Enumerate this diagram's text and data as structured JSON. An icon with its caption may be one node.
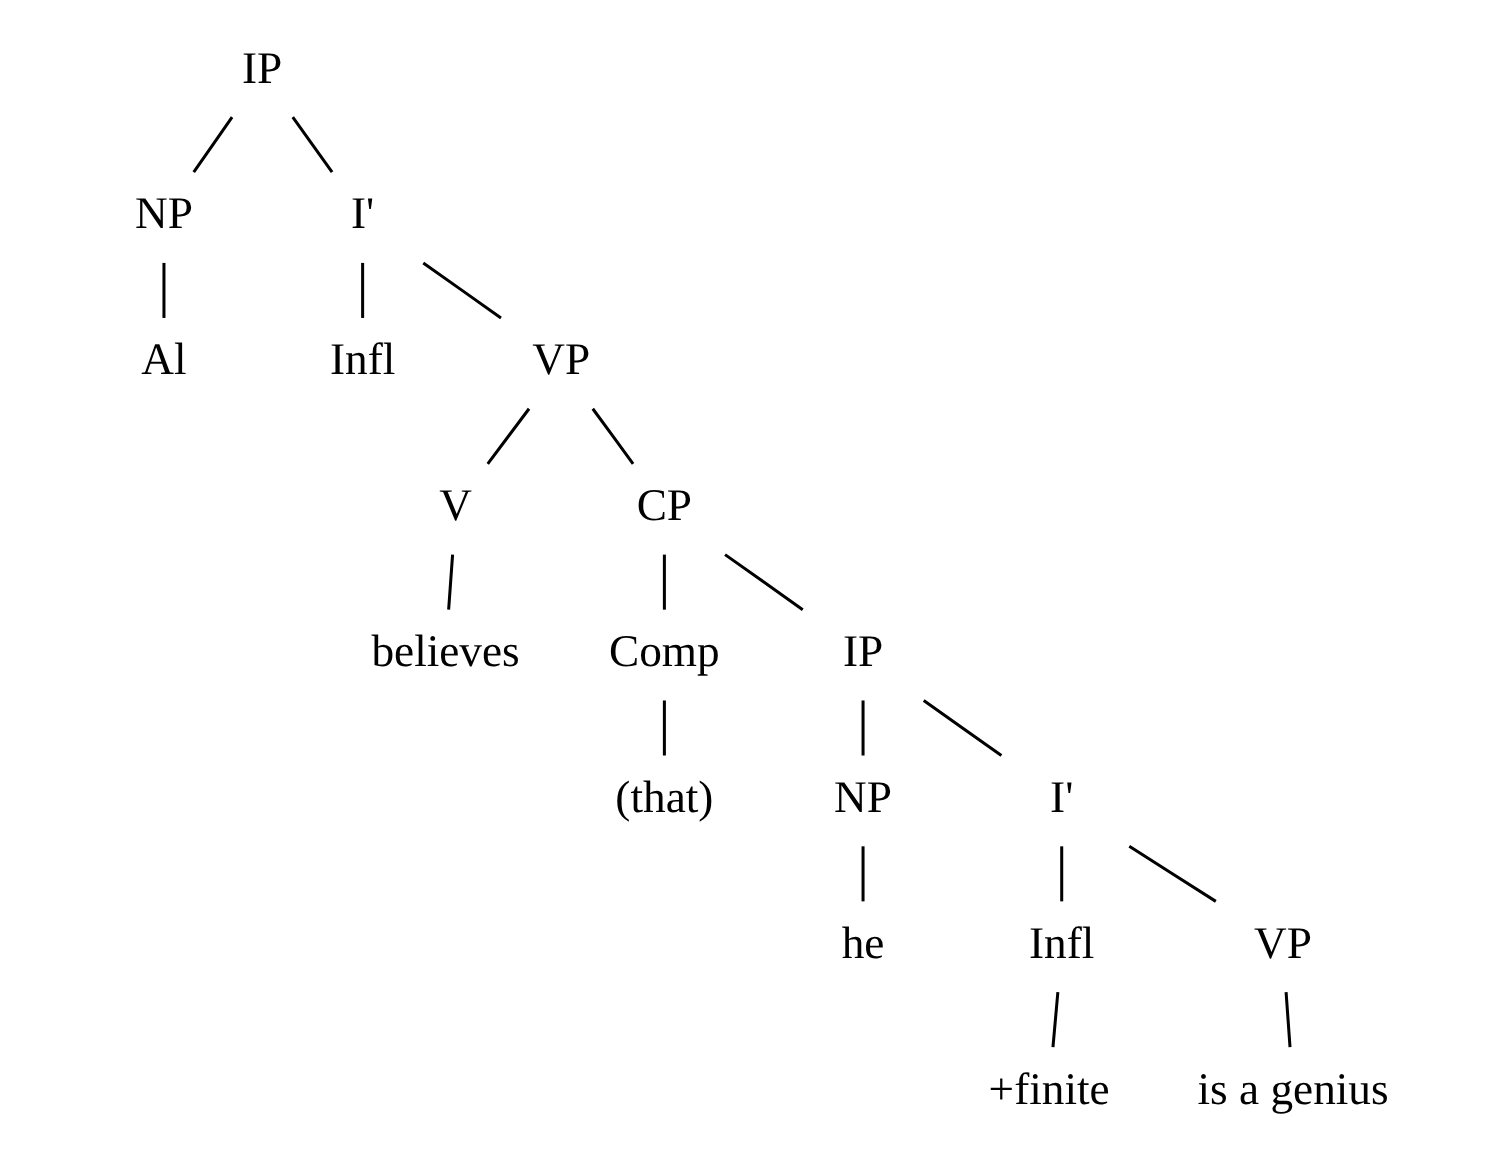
{
  "diagram": {
    "nodes": [
      {
        "text": [
          "IP"
        ]
      },
      {
        "text": [
          "NP"
        ]
      },
      {
        "text": [
          "I'"
        ]
      },
      {
        "text": [
          "Al"
        ]
      },
      {
        "text": [
          "Infl"
        ]
      },
      {
        "text": [
          "VP"
        ]
      },
      {
        "text": [
          "V"
        ]
      },
      {
        "text": [
          "CP"
        ]
      },
      {
        "text": [
          "believes"
        ]
      },
      {
        "text": [
          "Comp"
        ]
      },
      {
        "text": [
          "IP"
        ]
      },
      {
        "text": [
          "(that)"
        ]
      },
      {
        "text": [
          "NP"
        ]
      },
      {
        "text": [
          "I'"
        ]
      },
      {
        "text": [
          "he"
        ]
      },
      {
        "text": [
          "Infl"
        ]
      },
      {
        "text": [
          "VP"
        ]
      },
      {
        "text": [
          "+finite"
        ]
      },
      {
        "text": [
          "is a genius"
        ]
      }
    ],
    "edges": [
      {
        "from": 0,
        "to": 1,
        "arrow": "none"
      },
      {
        "from": 0,
        "to": 2,
        "arrow": "none"
      },
      {
        "from": 1,
        "to": 3,
        "arrow": "none"
      },
      {
        "from": 2,
        "to": 4,
        "arrow": "none"
      },
      {
        "from": 2,
        "to": 5,
        "arrow": "none"
      },
      {
        "from": 5,
        "to": 6,
        "arrow": "none"
      },
      {
        "from": 5,
        "to": 7,
        "arrow": "none"
      },
      {
        "from": 6,
        "to": 8,
        "arrow": "none"
      },
      {
        "from": 7,
        "to": 9,
        "arrow": "none"
      },
      {
        "from": 7,
        "to": 10,
        "arrow": "none"
      },
      {
        "from": 9,
        "to": 11,
        "arrow": "none"
      },
      {
        "from": 10,
        "to": 12,
        "arrow": "none"
      },
      {
        "from": 10,
        "to": 13,
        "arrow": "none"
      },
      {
        "from": 12,
        "to": 14,
        "arrow": "none"
      },
      {
        "from": 13,
        "to": 15,
        "arrow": "none"
      },
      {
        "from": 13,
        "to": 16,
        "arrow": "none"
      },
      {
        "from": 15,
        "to": 17,
        "arrow": "none"
      },
      {
        "from": 16,
        "to": 18,
        "arrow": "none"
      }
    ]
  }
}
